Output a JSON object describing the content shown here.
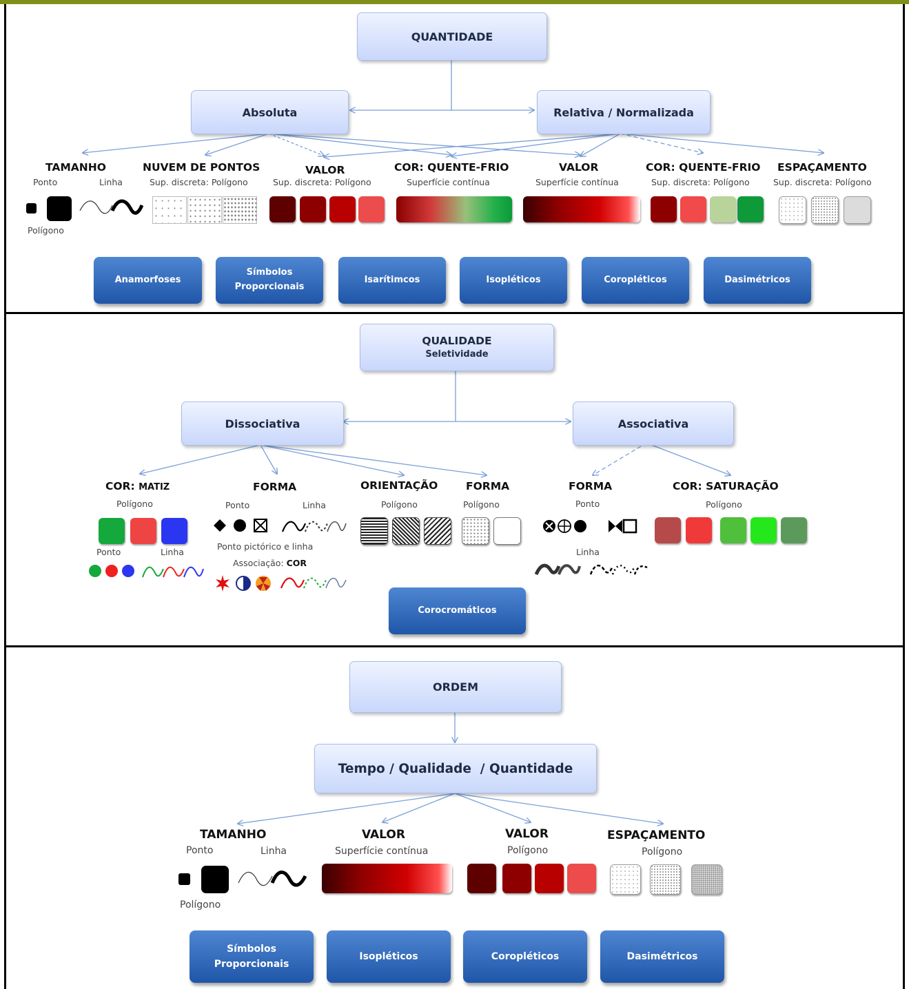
{
  "quantidade": {
    "root": "QUANTIDADE",
    "left": "Absoluta",
    "right": "Relativa / Normalizada",
    "vars": [
      {
        "title": "TAMANHO",
        "ponto": "Ponto",
        "linha": "Linha",
        "poligono": "Polígono"
      },
      {
        "title": "NUVEM DE PONTOS",
        "sub": "Sup. discreta: Polígono"
      },
      {
        "title": "VALOR",
        "sub": "Sup. discreta: Polígono"
      },
      {
        "title": "COR: QUENTE-FRIO",
        "sub": "Superfície contínua"
      },
      {
        "title": "VALOR",
        "sub": "Superfície contínua"
      },
      {
        "title": "COR: QUENTE-FRIO",
        "sub": "Sup. discreta: Polígono"
      },
      {
        "title": "ESPAÇAMENTO",
        "sub": "Sup. discreta: Polígono"
      }
    ],
    "methods": [
      "Anamorfoses",
      "Símbolos Proporcionais",
      "Isarítimcos",
      "Isopléticos",
      "Coropléticos",
      "Dasimétricos"
    ]
  },
  "qualidade": {
    "root": "QUALIDADE",
    "root_sub": "Seletividade",
    "left": "Dissociativa",
    "right": "Associativa",
    "cor_matiz": {
      "title_a": "COR: ",
      "title_b": "MATIZ",
      "poligono": "Polígono",
      "ponto": "Ponto",
      "linha": "Linha"
    },
    "forma1": {
      "title": "FORMA",
      "ponto": "Ponto",
      "linha": "Linha",
      "pictorico": "Ponto pictórico e linha",
      "assoc_a": "Associação: ",
      "assoc_b": "COR"
    },
    "orientacao": {
      "title": "ORIENTAÇÃO",
      "sub": "Polígono"
    },
    "forma2": {
      "title": "FORMA",
      "sub": "Polígono"
    },
    "forma3": {
      "title": "FORMA",
      "ponto": "Ponto",
      "linha": "Linha"
    },
    "saturacao": {
      "title": "COR: SATURAÇÃO",
      "sub": "Polígono"
    },
    "method": "Corocromáticos"
  },
  "ordem": {
    "root": "ORDEM",
    "child": "Tempo / Qualidade  / Quantidade",
    "vars": [
      {
        "title": "TAMANHO",
        "ponto": "Ponto",
        "linha": "Linha",
        "poligono": "Polígono"
      },
      {
        "title": "VALOR",
        "sub": "Superfície contínua"
      },
      {
        "title": "VALOR",
        "sub": "Polígono"
      },
      {
        "title": "ESPAÇAMENTO",
        "sub": "Polígono"
      }
    ],
    "methods": [
      "Símbolos Proporcionais",
      "Isopléticos",
      "Coropléticos",
      "Dasimétricos"
    ]
  },
  "colors": {
    "frame_top": "#7f8f1a",
    "box_fill": "#c9d7fb",
    "method_fill": "#2a62b5",
    "connector": "#7a9fd8",
    "red_scale": [
      "#5e0000",
      "#8e0000",
      "#b80000",
      "#ec4c4c"
    ],
    "matiz": [
      "#15a83c",
      "#ef4444",
      "#2b36f0"
    ],
    "saturacao": [
      "#b64a4a",
      "#f03a3a",
      "#4fbf3c",
      "#25e81c",
      "#5c9a5c"
    ],
    "quente_frio": [
      "#8e0000",
      "#f04a4a",
      "#b9d49a",
      "#0f9a3a"
    ]
  }
}
